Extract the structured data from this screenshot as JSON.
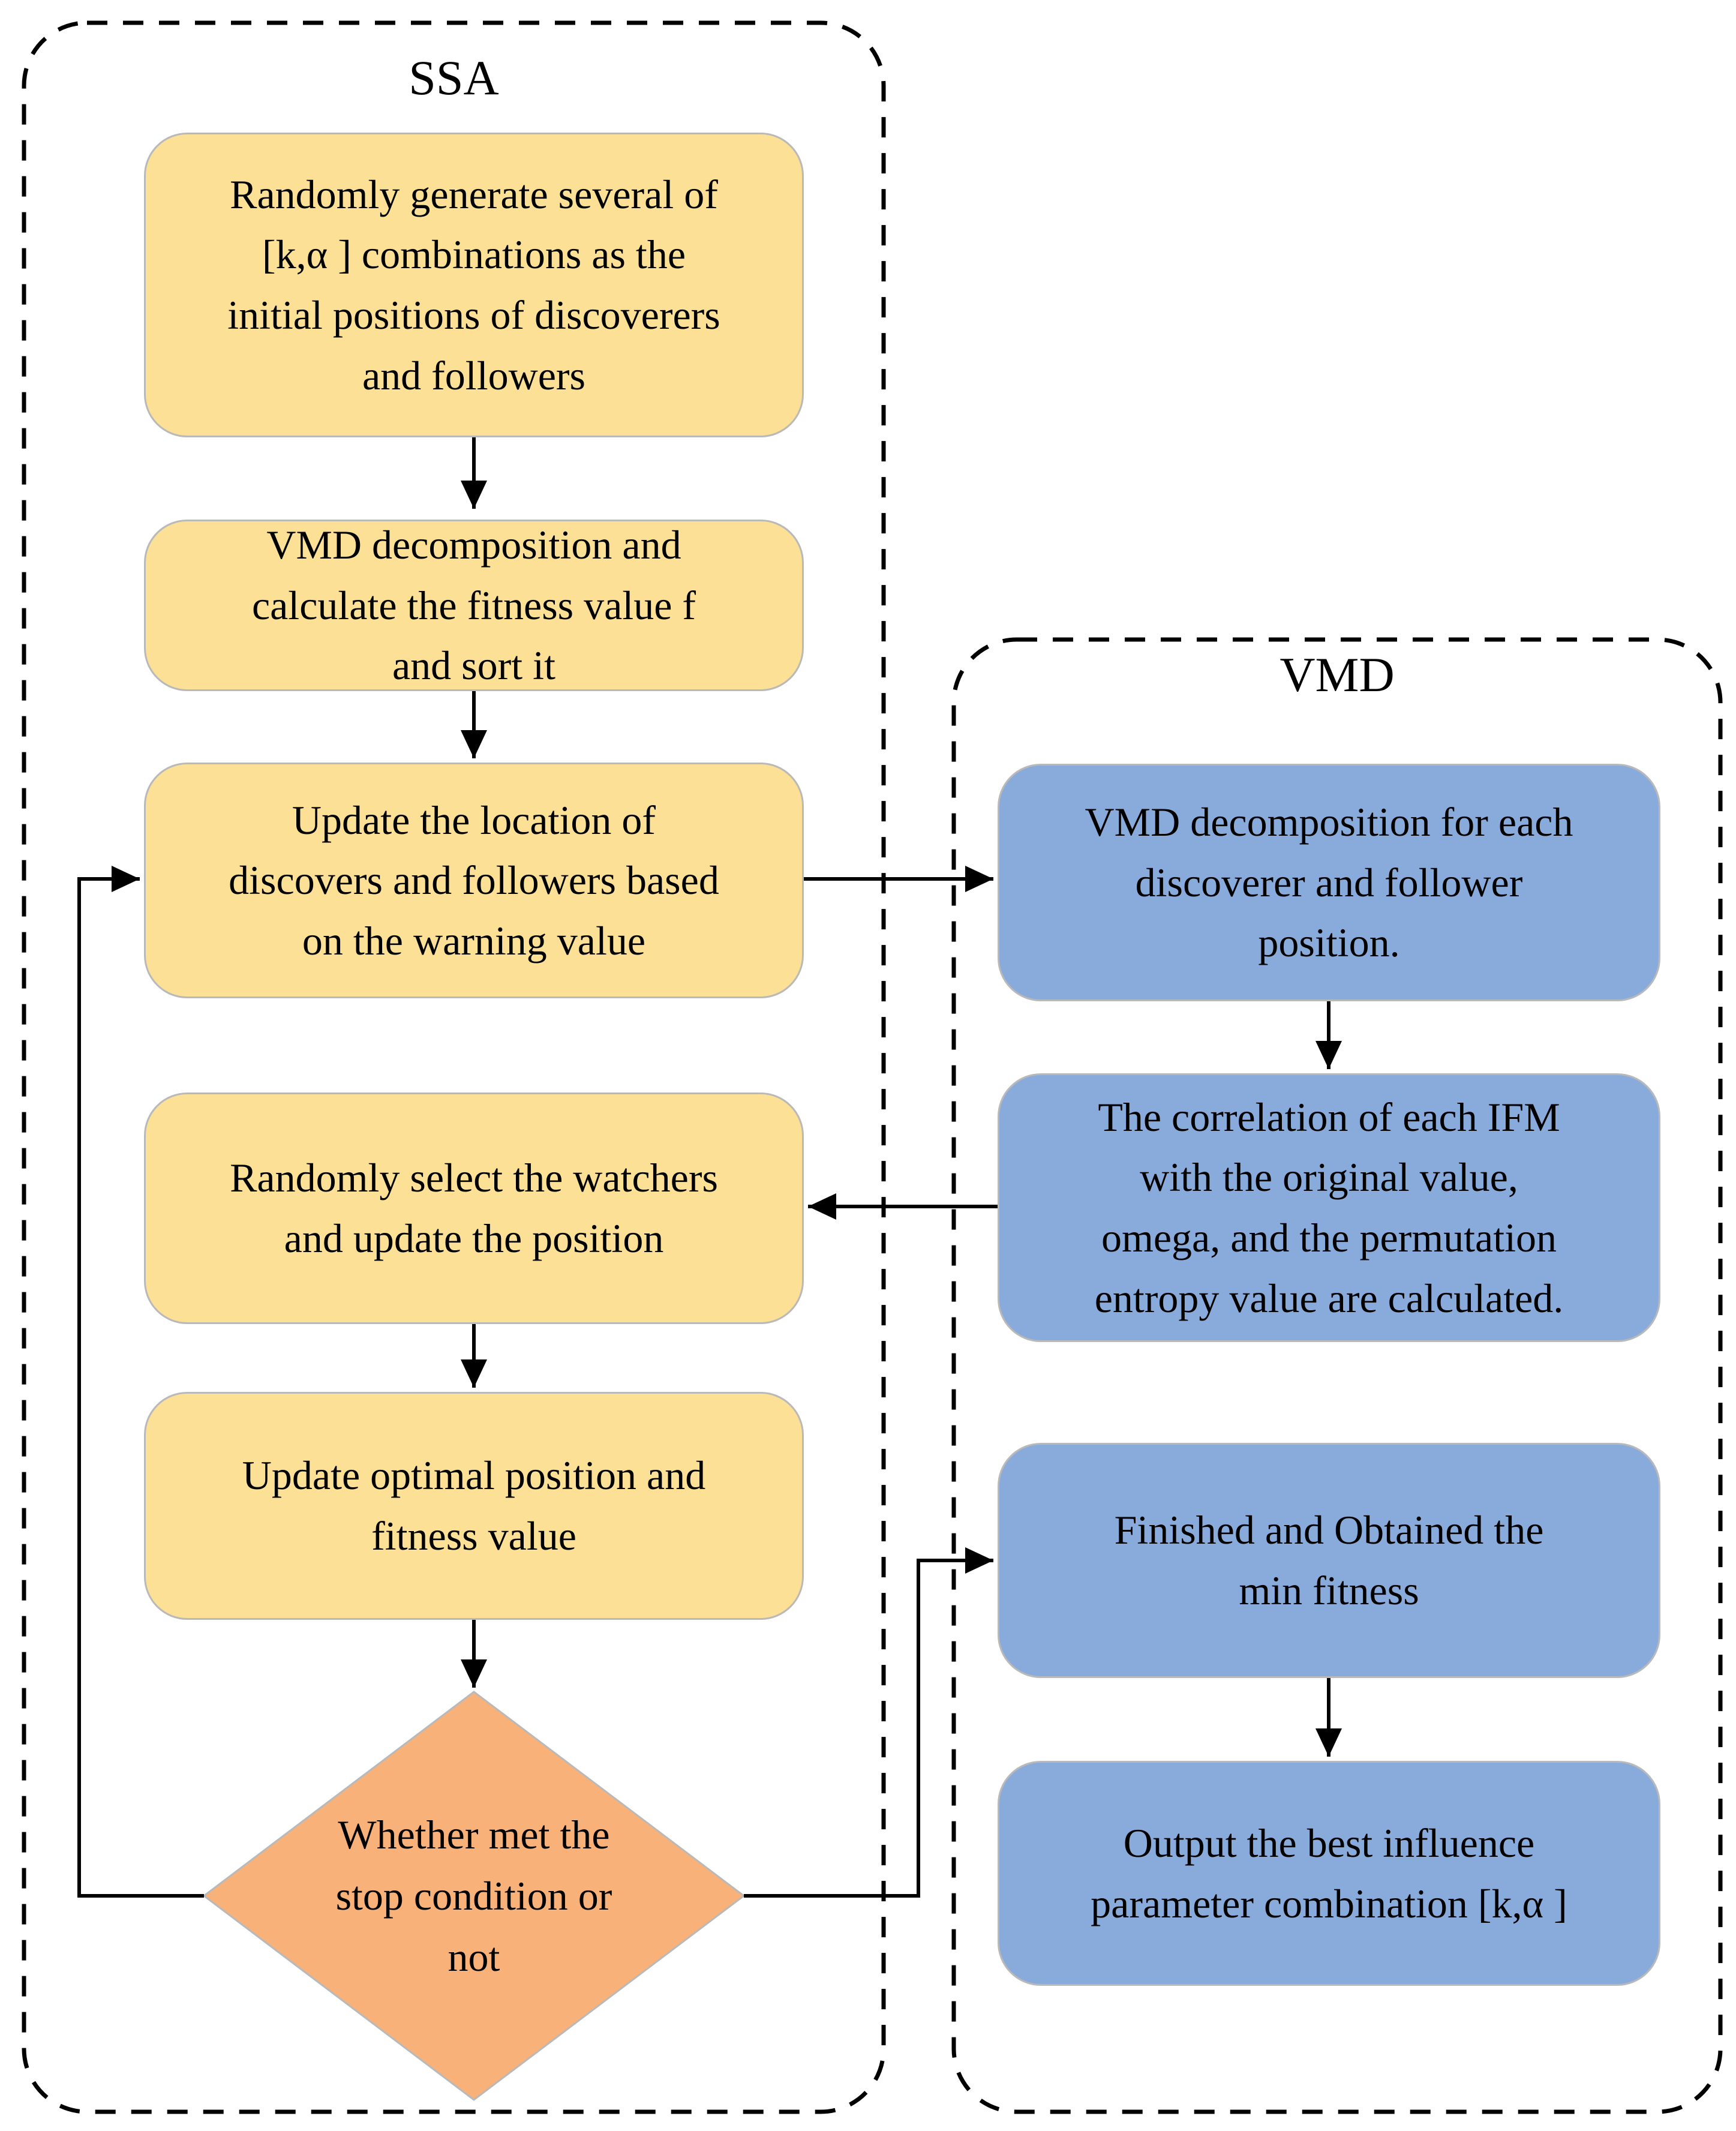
{
  "ssa": {
    "title": "SSA",
    "boxes": [
      {
        "label": "Randomly generate several of\n[k,α ] combinations as the\ninitial positions of discoverers\nand followers"
      },
      {
        "label": "VMD decomposition and\ncalculate the fitness value f\nand sort it"
      },
      {
        "label": "Update the location of\ndiscovers and followers based\non the warning value"
      },
      {
        "label": "Randomly select the watchers\nand update the position"
      },
      {
        "label": "Update optimal position and\nfitness value"
      }
    ],
    "decision": {
      "label": "Whether met the\nstop condition or\nnot"
    }
  },
  "vmd": {
    "title": "VMD",
    "boxes": [
      {
        "label": "VMD decomposition for each\ndiscoverer and follower\nposition."
      },
      {
        "label": "The correlation of each IFM\nwith the original value,\nomega, and the permutation\nentropy value are calculated."
      },
      {
        "label": "Finished and Obtained the\nmin fitness"
      },
      {
        "label": "Output the best influence\nparameter combination [k,α ]"
      }
    ]
  },
  "colors": {
    "ssa_box_fill": "#fbe096",
    "vmd_box_fill": "#89abdb",
    "decision_fill": "#f9b17a",
    "node_border": "#b9b9b9",
    "line": "#000000"
  }
}
